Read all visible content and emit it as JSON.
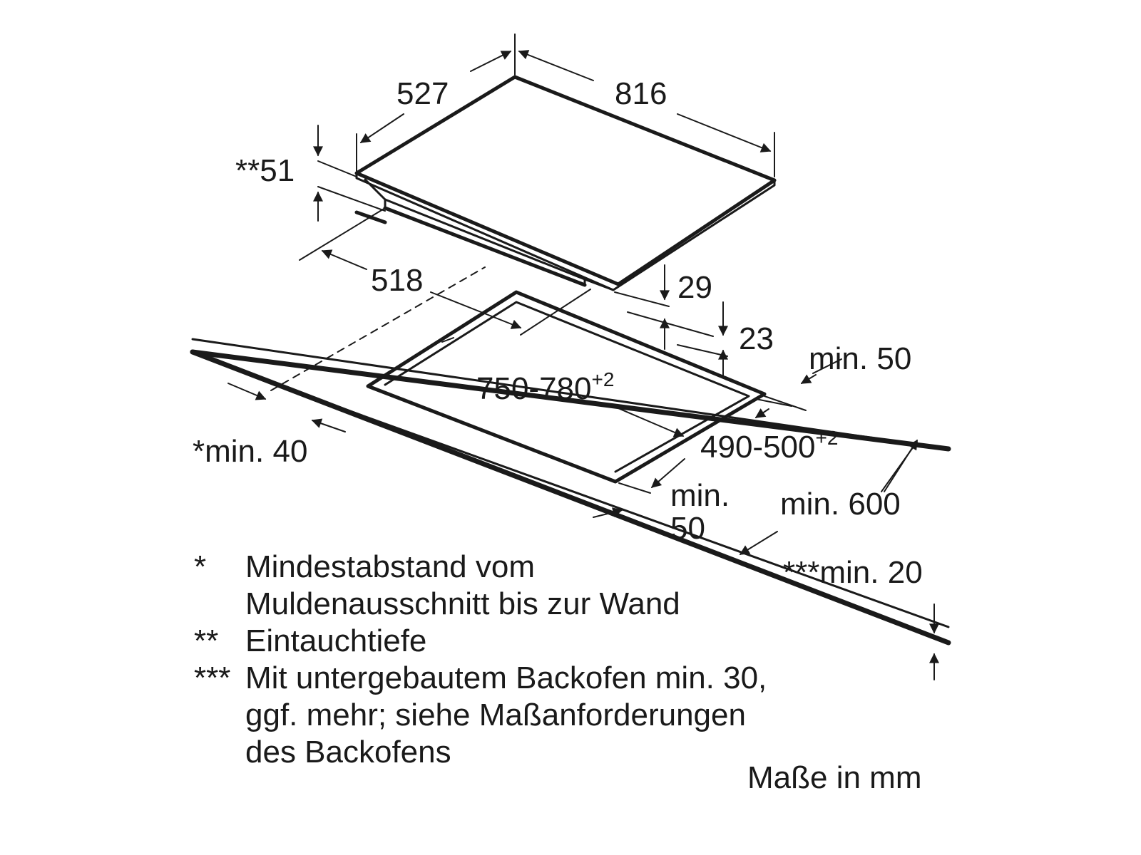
{
  "dimensions": {
    "depth_top": "527",
    "width_top": "816",
    "immersion": "**51",
    "depth_bottom": "518",
    "edge_29": "29",
    "edge_23": "23",
    "min_50_right": "min. 50",
    "cutout_width": "750-780",
    "cutout_width_tol": "+2",
    "cutout_depth": "490-500",
    "cutout_depth_tol": "+2",
    "min_40": "*min. 40",
    "min_front_line1": "min.",
    "min_front_line2": "50",
    "min_600": "min. 600",
    "min_20": "***min. 20"
  },
  "notes": [
    {
      "marker": "*",
      "lines": [
        "Mindestabstand vom",
        "Muldenausschnitt bis zur Wand"
      ]
    },
    {
      "marker": "**",
      "lines": [
        "Eintauchtiefe"
      ]
    },
    {
      "marker": "***",
      "lines": [
        "Mit untergebautem Backofen min. 30,",
        "ggf. mehr; siehe Maßanforderungen",
        "des Backofens"
      ]
    }
  ],
  "units": "Maße in mm"
}
